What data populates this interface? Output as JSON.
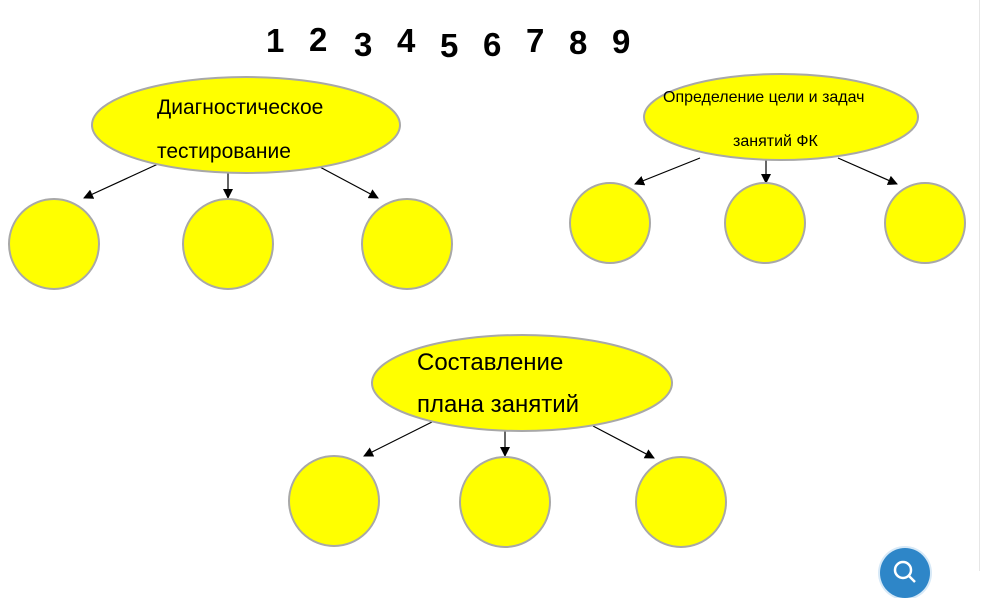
{
  "numbers": [
    "1",
    "2",
    "3",
    "4",
    "5",
    "6",
    "7",
    "8",
    "9"
  ],
  "colors": {
    "node_fill": "#ffff00",
    "node_stroke": "#a8a8a8",
    "arrow": "#000000",
    "help_button": "#2e86c8"
  },
  "groups": [
    {
      "label_lines": [
        "Диагностическое",
        "тестирование"
      ],
      "children": 3
    },
    {
      "label_lines": [
        "Определение цели и задач",
        "занятий ФК"
      ],
      "children": 3
    },
    {
      "label_lines": [
        "Составление",
        "плана занятий"
      ],
      "children": 3
    }
  ],
  "help_button": {
    "icon": "search-icon"
  }
}
